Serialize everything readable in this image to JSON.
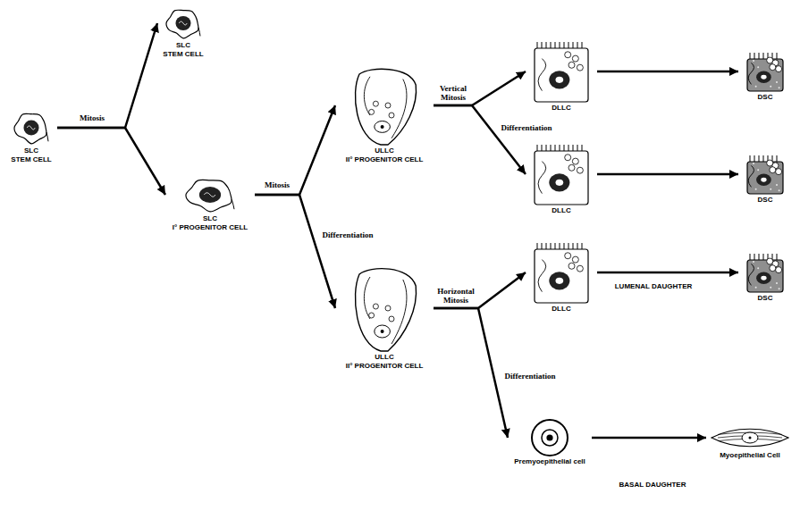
{
  "diagram": {
    "nodes": [
      {
        "text": [
          "SLC",
          "STEM CELL"
        ]
      },
      {
        "text": [
          "SLC",
          "STEM CELL"
        ]
      },
      {
        "text": [
          "SLC",
          "I° PROGENITOR CELL"
        ]
      },
      {
        "text": [
          "ULLC",
          "II° PROGENITOR CELL"
        ]
      },
      {
        "text": [
          "ULLC",
          "II° PROGENITOR CELL"
        ]
      },
      {
        "text": [
          "DLLC"
        ]
      },
      {
        "text": [
          "DSC"
        ]
      },
      {
        "text": [
          "DLLC"
        ]
      },
      {
        "text": [
          "DSC"
        ]
      },
      {
        "text": [
          "DLLC"
        ]
      },
      {
        "text": [
          "DSC"
        ]
      },
      {
        "text": [
          "Premyoepithelial cell"
        ]
      },
      {
        "text": [
          "Myoepithelial Cell"
        ]
      }
    ],
    "edges": [
      {
        "from": 0,
        "to": 1,
        "arrow": "to",
        "label": "Mitosis"
      },
      {
        "from": 0,
        "to": 2,
        "arrow": "to"
      },
      {
        "from": 2,
        "to": 3,
        "arrow": "to",
        "label": "Mitosis"
      },
      {
        "from": 2,
        "to": 4,
        "arrow": "to"
      },
      {
        "from": 3,
        "to": 5,
        "arrow": "to",
        "label": "Vertical Mitosis"
      },
      {
        "from": 3,
        "to": 7,
        "arrow": "to"
      },
      {
        "from": 4,
        "to": 9,
        "arrow": "to",
        "label": "Horizontal Mitosis"
      },
      {
        "from": 4,
        "to": 11,
        "arrow": "to"
      },
      {
        "from": 5,
        "to": 6,
        "arrow": "to"
      },
      {
        "from": 7,
        "to": 8,
        "arrow": "to"
      },
      {
        "from": 9,
        "to": 10,
        "arrow": "to"
      },
      {
        "from": 11,
        "to": 12,
        "arrow": "to"
      }
    ],
    "labels": [
      "Differentiation",
      "Differentiation",
      "Differentiation",
      "LUMENAL DAUGHTER",
      "BASAL DAUGHTER"
    ]
  }
}
